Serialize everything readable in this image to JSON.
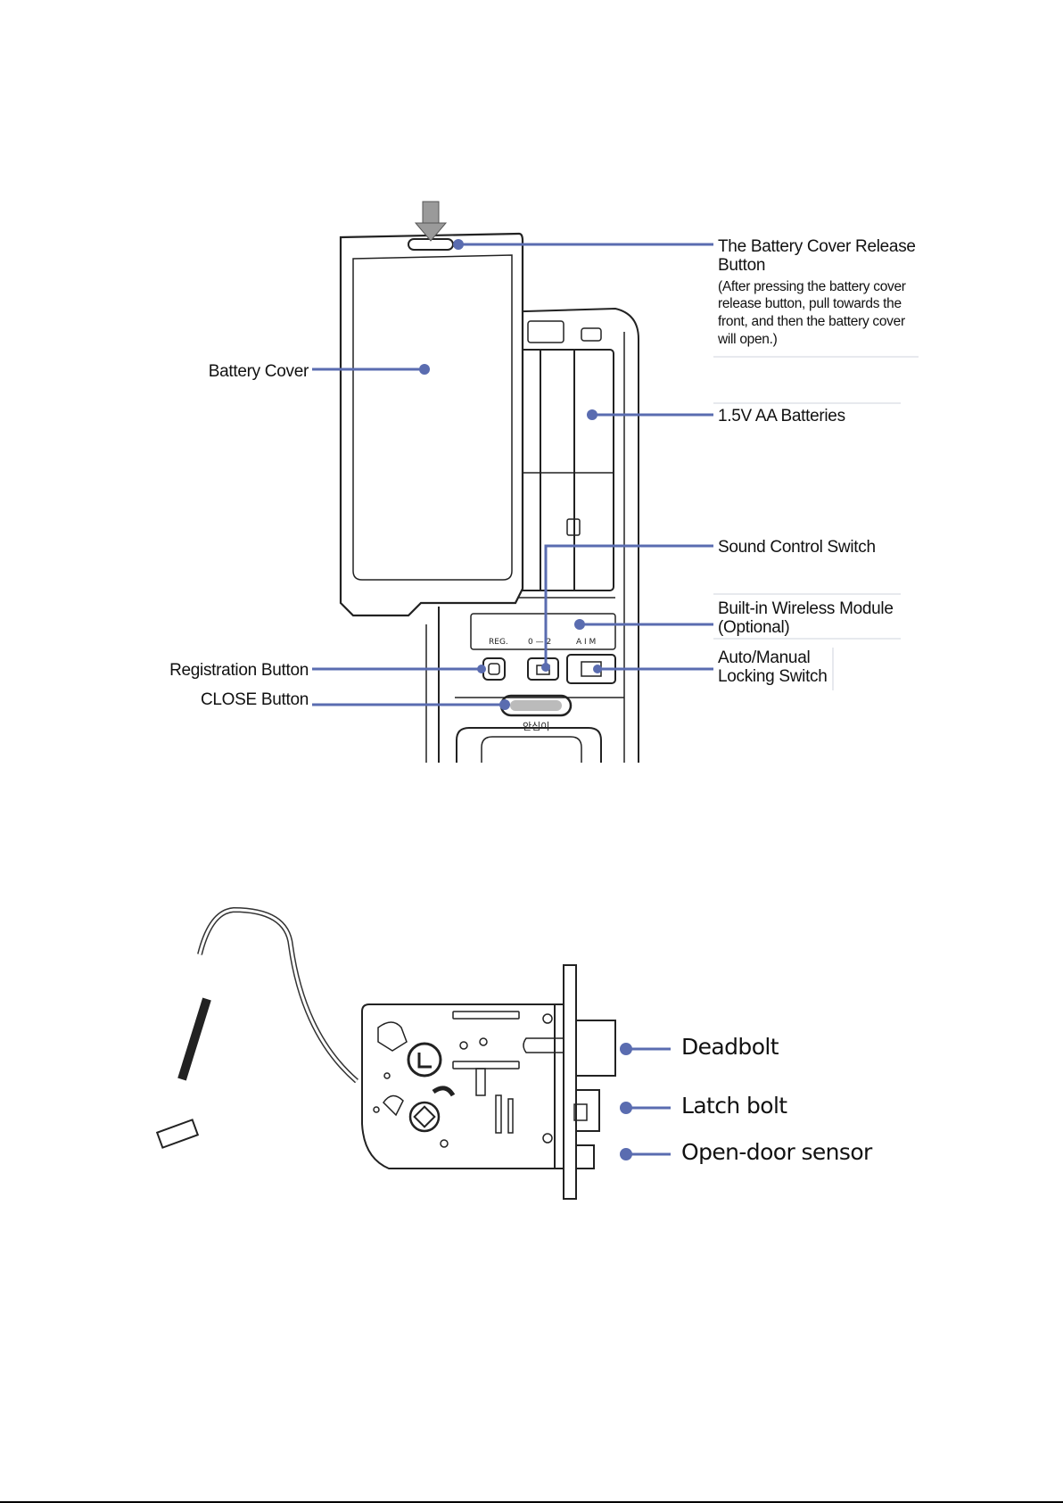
{
  "figure1": {
    "labels": {
      "release_button_title": "The Battery Cover Release",
      "release_button_title2": "Button",
      "release_button_note": "(After pressing the battery cover",
      "release_button_note2": "release button, pull towards the",
      "release_button_note3": "front, and then the battery cover",
      "release_button_note4": "will open.)",
      "battery_cover": "Battery Cover",
      "batteries": "1.5V AA Batteries",
      "sound_switch": "Sound Control Switch",
      "wireless_module": "Built-in Wireless Module",
      "wireless_module2": "(Optional)",
      "registration_button": "Registration Button",
      "auto_manual": "Auto/Manual",
      "auto_manual2": "Locking Switch",
      "close_button": "CLOSE Button"
    },
    "panel_text": {
      "reg": "REG.",
      "sound_scale": "0 — 2",
      "aim": "A I M",
      "close_korean": "안심이"
    }
  },
  "figure2": {
    "labels": {
      "deadbolt": "Deadbolt",
      "latch_bolt": "Latch bolt",
      "open_door_sensor": "Open-door sensor"
    }
  },
  "colors": {
    "callout": "#5a6cb0",
    "line_art": "#222222",
    "background": "#ffffff"
  }
}
